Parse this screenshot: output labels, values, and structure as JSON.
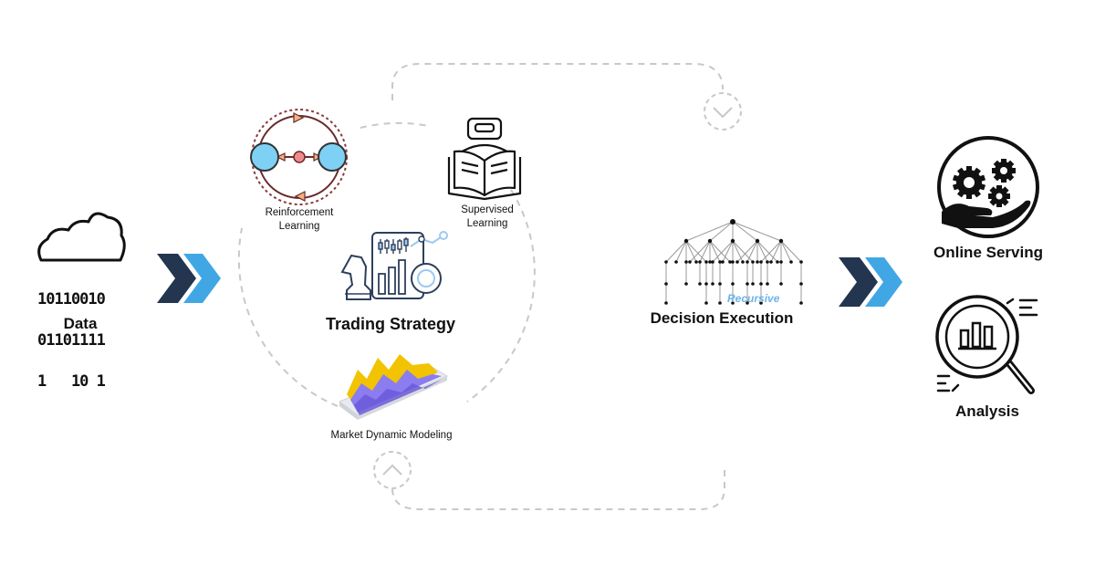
{
  "nodes": {
    "data": {
      "label": "Data",
      "icon": "cloud-binary-icon"
    },
    "reinforcement": {
      "label_line1": "Reinforcement",
      "label_line2": "Learning",
      "icon": "reinforcement-cycle-icon"
    },
    "supervised": {
      "label_line1": "Supervised",
      "label_line2": "Learning",
      "icon": "robot-book-icon"
    },
    "trading": {
      "label": "Trading Strategy",
      "icon": "chess-chart-icon"
    },
    "market": {
      "label": "Market Dynamic Modeling",
      "icon": "3d-area-chart-icon"
    },
    "decision": {
      "label": "Decision Execution",
      "tag": "Recursive",
      "icon": "decision-tree-icon"
    },
    "online": {
      "label": "Online Serving",
      "icon": "gears-hand-icon"
    },
    "analysis": {
      "label": "Analysis",
      "icon": "magnifier-chart-icon"
    }
  },
  "binary_rows": [
    "10110010",
    "01101111",
    "1   10 1"
  ],
  "colors": {
    "arrow_dark": "#23354f",
    "arrow_light": "#41a7e4",
    "dashed": "#c8c8c8",
    "accent_blue": "#6fb3e6",
    "purple": "#8b7cf0",
    "yellow": "#f2c300"
  }
}
